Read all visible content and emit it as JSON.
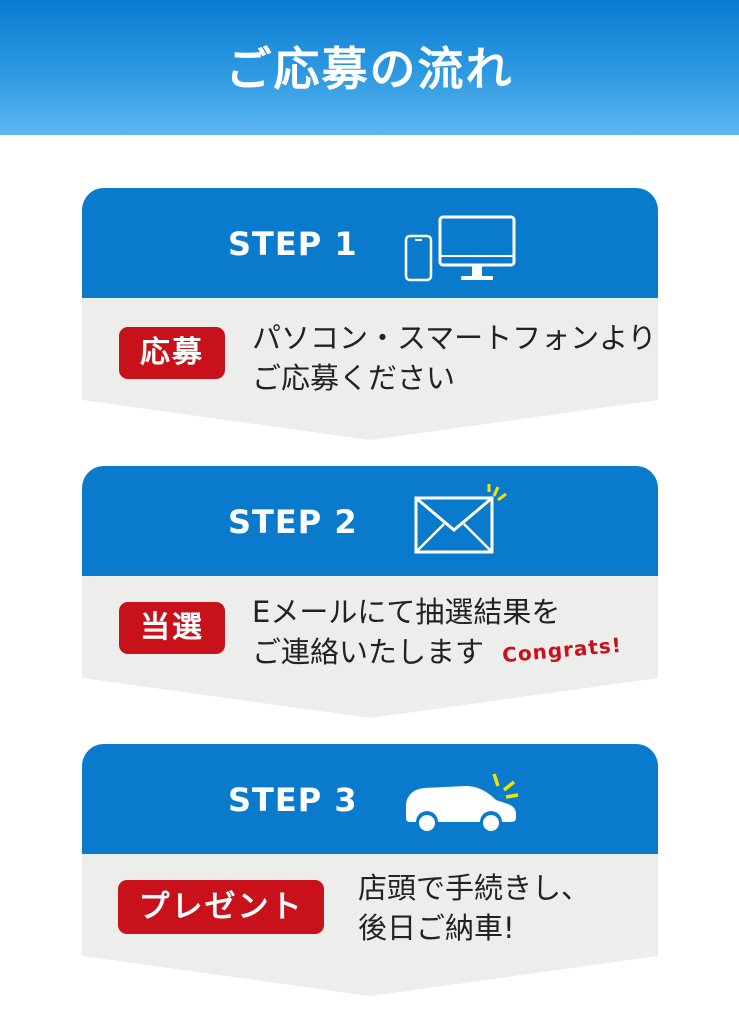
{
  "header": {
    "title": "ご応募の流れ"
  },
  "steps": [
    {
      "title": "STEP 1",
      "badge": "応募",
      "lines": [
        "パソコン・スマートフォンより",
        "ご応募ください"
      ],
      "icon": "smartphone-and-monitor-icon"
    },
    {
      "title": "STEP 2",
      "badge": "当選",
      "lines": [
        "Eメールにて抽選結果を",
        "ご連絡いたします"
      ],
      "note": "Congrats!",
      "icon": "envelope-icon"
    },
    {
      "title": "STEP 3",
      "badge": "プレゼント",
      "lines": [
        "店頭で手続きし、",
        "後日ご納車!"
      ],
      "icon": "car-icon"
    }
  ],
  "colors": {
    "header_blue": "#0a7bd0",
    "step_blue": "#0a7bcc",
    "badge_red": "#c8111b",
    "body_gray": "#ededeb",
    "accent_yellow": "#f5e100"
  }
}
